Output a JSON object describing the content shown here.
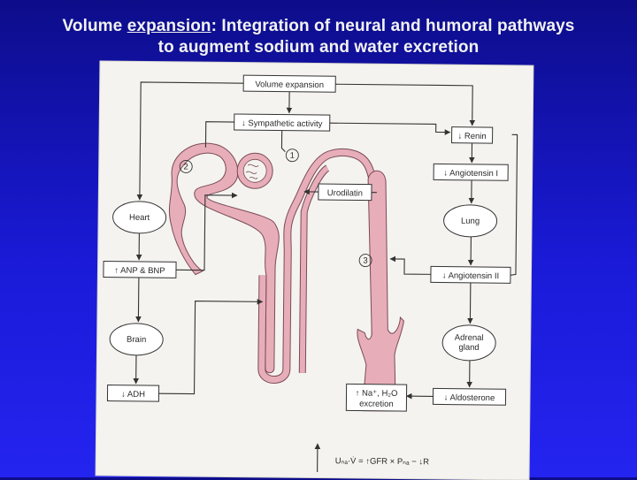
{
  "title": {
    "line1_pre": "Volume ",
    "line1_underlined": "expansion",
    "line1_post": ":  Integration of neural and humoral pathways",
    "line2": "to augment sodium and water excretion"
  },
  "diagram": {
    "volume_expansion": "Volume expansion",
    "sympathetic": "↓ Sympathetic activity",
    "renin": "↓ Renin",
    "angiotensin1": "↓ Angiotensin I",
    "heart": "Heart",
    "lung": "Lung",
    "urodilatin": "Urodilatin",
    "anp_bnp": "↑ ANP & BNP",
    "angiotensin2": "↓ Angiotensin II",
    "brain": "Brain",
    "adrenal_1": "Adrenal",
    "adrenal_2": "gland",
    "adh": "↓ ADH",
    "aldosterone": "↓ Aldosterone",
    "excretion_1": "↑ Na⁺, H₂O",
    "excretion_2": "excretion",
    "marker_1": "1",
    "marker_2": "2",
    "marker_3": "3",
    "equation": "Uₙₐ·V̇ = ↑GFR × Pₙₐ − ↓R"
  },
  "colors": {
    "nephron_fill": "#e7aeb9",
    "nephron_stroke": "#7a4a55",
    "background": "#1a1ad8"
  }
}
